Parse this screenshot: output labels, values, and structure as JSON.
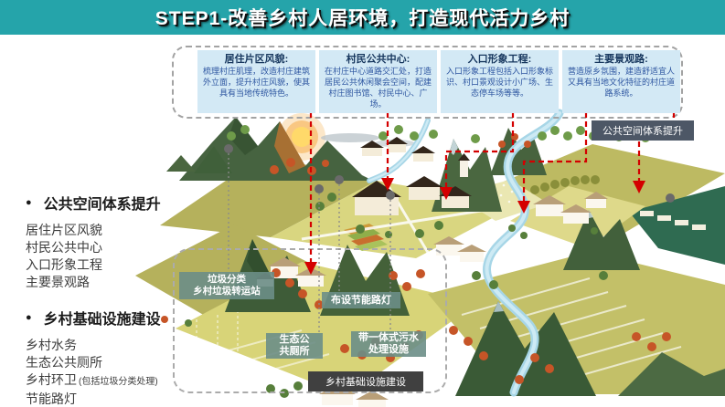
{
  "header": {
    "title": "STEP1-改善乡村人居环境，打造现代活力乡村"
  },
  "feature_boxes": [
    {
      "title": "居住片区风貌:",
      "body": "梳理村庄肌理，改造村庄建筑外立面，提升村庄风貌，使其具有当地传统特色。"
    },
    {
      "title": "村民公共中心:",
      "body": "在村庄中心道路交汇处，打造居民公共休闲聚会空间，配建村庄图书馆、村民中心、广场。"
    },
    {
      "title": "入口形象工程:",
      "body": "入口形象工程包括入口形象标识、村口景观设计小广场、生态停车场等等。"
    },
    {
      "title": "主要景观路:",
      "body": "营造原乡氛围，建造舒适宜人又具有当地文化特征的村庄道路系统。"
    }
  ],
  "left_panel": {
    "sections": [
      {
        "bullet": "●",
        "heading": "公共空间体系提升",
        "items": [
          "居住片区风貌",
          "村民公共中心",
          "入口形象工程",
          "主要景观路"
        ]
      },
      {
        "bullet": "●",
        "heading": "乡村基础设施建设",
        "items": [
          "乡村水务",
          "生态公共厕所",
          "乡村环卫",
          "节能路灯"
        ],
        "note": "(包括垃圾分类处理)"
      }
    ]
  },
  "map_labels": {
    "waste_line1": "垃圾分类",
    "waste_line2": "乡村垃圾转运站",
    "lamp": "布设节能路灯",
    "toilet_line1": "生态公",
    "toilet_line2": "共厕所",
    "sewage_line1": "带一体式污水",
    "sewage_line2": "处理设施",
    "infra_tag": "乡村基础设施建设",
    "public_tag": "公共空间体系提升"
  },
  "colors": {
    "header_bg": "#25a4aa",
    "box_bg": "#d3e9f5",
    "box_title": "#17375e",
    "box_body": "#2d55a0",
    "teal_label_bg": "#6c8e87",
    "dark_tag_bg": "#404040",
    "navy_tag_bg": "#4d5766",
    "connector_red": "#d40000"
  }
}
